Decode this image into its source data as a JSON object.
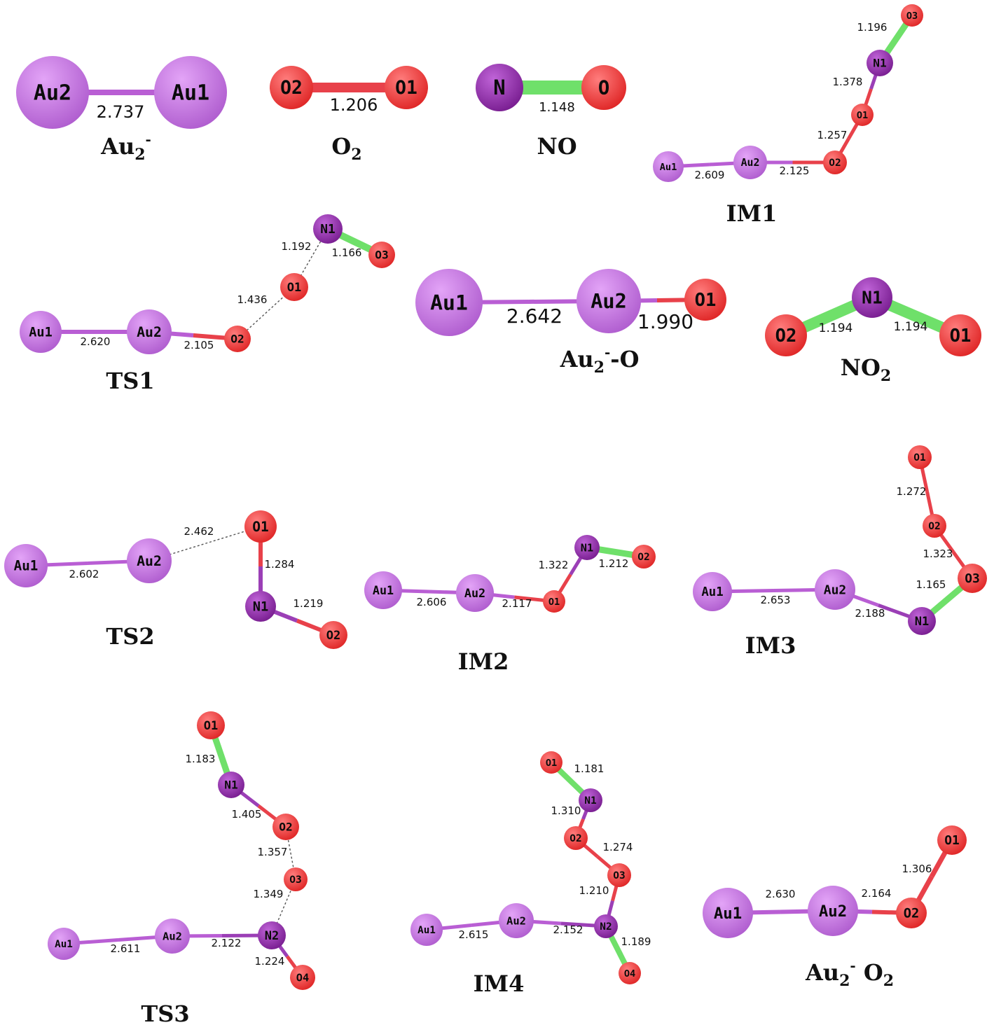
{
  "colors": {
    "au": "#b15fd0",
    "au_light": "#e3a4f7",
    "o": "#e02828",
    "o_light": "#ff7d7d",
    "n": "#7a1f92",
    "n_light": "#c064d8",
    "bond_au": "#b95ed4",
    "bond_o": "#e8414a",
    "bond_n": "#9b3fb6",
    "bond_no": "#6fe06a",
    "dashed": "#555555",
    "text": "#111111"
  },
  "molecules": [
    {
      "id": "au2-anion",
      "label": {
        "text": "Au",
        "sub": "2",
        "sup": "-",
        "tail": ""
      },
      "atoms": [
        {
          "label": "Au2",
          "element": "au"
        },
        {
          "label": "Au1",
          "element": "au"
        }
      ],
      "bonds": [
        {
          "a": 0,
          "b": 1,
          "value": "2.737",
          "style": "au"
        }
      ]
    },
    {
      "id": "o2",
      "label": {
        "text": "O",
        "sub": "2",
        "sup": "",
        "tail": ""
      },
      "atoms": [
        {
          "label": "O2",
          "element": "o"
        },
        {
          "label": "O1",
          "element": "o"
        }
      ],
      "bonds": [
        {
          "a": 0,
          "b": 1,
          "value": "1.206",
          "style": "o"
        }
      ]
    },
    {
      "id": "no",
      "label": {
        "text": "NO",
        "sub": "",
        "sup": "",
        "tail": ""
      },
      "atoms": [
        {
          "label": "N",
          "element": "n"
        },
        {
          "label": "O",
          "element": "o"
        }
      ],
      "bonds": [
        {
          "a": 0,
          "b": 1,
          "value": "1.148",
          "style": "no"
        }
      ]
    },
    {
      "id": "im1",
      "label": {
        "text": "IM1",
        "sub": "",
        "sup": "",
        "tail": ""
      },
      "atoms": [
        {
          "label": "Au1",
          "element": "au"
        },
        {
          "label": "Au2",
          "element": "au"
        },
        {
          "label": "O2",
          "element": "o"
        },
        {
          "label": "O1",
          "element": "o"
        },
        {
          "label": "N1",
          "element": "n"
        },
        {
          "label": "O3",
          "element": "o"
        }
      ],
      "bonds": [
        {
          "a": 0,
          "b": 1,
          "value": "2.609",
          "style": "au"
        },
        {
          "a": 1,
          "b": 2,
          "value": "2.125",
          "style": "au"
        },
        {
          "a": 2,
          "b": 3,
          "value": "1.257",
          "style": "o"
        },
        {
          "a": 3,
          "b": 4,
          "value": "1.378",
          "style": "n"
        },
        {
          "a": 4,
          "b": 5,
          "value": "1.196",
          "style": "no"
        }
      ]
    },
    {
      "id": "ts1",
      "label": {
        "text": "TS1",
        "sub": "",
        "sup": "",
        "tail": ""
      },
      "atoms": [
        {
          "label": "Au1",
          "element": "au"
        },
        {
          "label": "Au2",
          "element": "au"
        },
        {
          "label": "O2",
          "element": "o"
        },
        {
          "label": "O1",
          "element": "o"
        },
        {
          "label": "N1",
          "element": "n"
        },
        {
          "label": "O3",
          "element": "o"
        }
      ],
      "bonds": [
        {
          "a": 0,
          "b": 1,
          "value": "2.620",
          "style": "au"
        },
        {
          "a": 1,
          "b": 2,
          "value": "2.105",
          "style": "au"
        },
        {
          "a": 2,
          "b": 3,
          "value": "1.436",
          "style": "dashed"
        },
        {
          "a": 3,
          "b": 4,
          "value": "1.192",
          "style": "dashed"
        },
        {
          "a": 4,
          "b": 5,
          "value": "1.166",
          "style": "no"
        }
      ]
    },
    {
      "id": "au2-o",
      "label": {
        "text": "Au",
        "sub": "2",
        "sup": "-",
        "tail": "-O"
      },
      "atoms": [
        {
          "label": "Au1",
          "element": "au"
        },
        {
          "label": "Au2",
          "element": "au"
        },
        {
          "label": "O1",
          "element": "o"
        }
      ],
      "bonds": [
        {
          "a": 0,
          "b": 1,
          "value": "2.642",
          "style": "au"
        },
        {
          "a": 1,
          "b": 2,
          "value": "1.990",
          "style": "au"
        }
      ]
    },
    {
      "id": "no2",
      "label": {
        "text": "NO",
        "sub": "2",
        "sup": "",
        "tail": ""
      },
      "atoms": [
        {
          "label": "O2",
          "element": "o"
        },
        {
          "label": "N1",
          "element": "n"
        },
        {
          "label": "O1",
          "element": "o"
        }
      ],
      "bonds": [
        {
          "a": 0,
          "b": 1,
          "value": "1.194",
          "style": "no"
        },
        {
          "a": 1,
          "b": 2,
          "value": "1.194",
          "style": "no"
        }
      ]
    },
    {
      "id": "ts2",
      "label": {
        "text": "TS2",
        "sub": "",
        "sup": "",
        "tail": ""
      },
      "atoms": [
        {
          "label": "Au1",
          "element": "au"
        },
        {
          "label": "Au2",
          "element": "au"
        },
        {
          "label": "O1",
          "element": "o"
        },
        {
          "label": "N1",
          "element": "n"
        },
        {
          "label": "O2",
          "element": "o"
        }
      ],
      "bonds": [
        {
          "a": 0,
          "b": 1,
          "value": "2.602",
          "style": "au"
        },
        {
          "a": 1,
          "b": 2,
          "value": "2.462",
          "style": "dashed"
        },
        {
          "a": 2,
          "b": 3,
          "value": "1.284",
          "style": "n"
        },
        {
          "a": 3,
          "b": 4,
          "value": "1.219",
          "style": "n"
        }
      ]
    },
    {
      "id": "im2",
      "label": {
        "text": "IM2",
        "sub": "",
        "sup": "",
        "tail": ""
      },
      "atoms": [
        {
          "label": "Au1",
          "element": "au"
        },
        {
          "label": "Au2",
          "element": "au"
        },
        {
          "label": "O1",
          "element": "o"
        },
        {
          "label": "N1",
          "element": "n"
        },
        {
          "label": "O2",
          "element": "o"
        }
      ],
      "bonds": [
        {
          "a": 0,
          "b": 1,
          "value": "2.606",
          "style": "au"
        },
        {
          "a": 1,
          "b": 2,
          "value": "2.117",
          "style": "au"
        },
        {
          "a": 2,
          "b": 3,
          "value": "1.322",
          "style": "n"
        },
        {
          "a": 3,
          "b": 4,
          "value": "1.212",
          "style": "no"
        }
      ]
    },
    {
      "id": "im3",
      "label": {
        "text": "IM3",
        "sub": "",
        "sup": "",
        "tail": ""
      },
      "atoms": [
        {
          "label": "Au1",
          "element": "au"
        },
        {
          "label": "Au2",
          "element": "au"
        },
        {
          "label": "N1",
          "element": "n"
        },
        {
          "label": "O3",
          "element": "o"
        },
        {
          "label": "O2",
          "element": "o"
        },
        {
          "label": "O1",
          "element": "o"
        }
      ],
      "bonds": [
        {
          "a": 0,
          "b": 1,
          "value": "2.653",
          "style": "au"
        },
        {
          "a": 1,
          "b": 2,
          "value": "2.188",
          "style": "au"
        },
        {
          "a": 2,
          "b": 3,
          "value": "1.165",
          "style": "no"
        },
        {
          "a": 3,
          "b": 4,
          "value": "1.323",
          "style": "o"
        },
        {
          "a": 4,
          "b": 5,
          "value": "1.272",
          "style": "o"
        }
      ]
    },
    {
      "id": "ts3",
      "label": {
        "text": "TS3",
        "sub": "",
        "sup": "",
        "tail": ""
      },
      "atoms": [
        {
          "label": "Au1",
          "element": "au"
        },
        {
          "label": "Au2",
          "element": "au"
        },
        {
          "label": "N2",
          "element": "n"
        },
        {
          "label": "O4",
          "element": "o"
        },
        {
          "label": "O3",
          "element": "o"
        },
        {
          "label": "O2",
          "element": "o"
        },
        {
          "label": "N1",
          "element": "n"
        },
        {
          "label": "O1",
          "element": "o"
        }
      ],
      "bonds": [
        {
          "a": 0,
          "b": 1,
          "value": "2.611",
          "style": "au"
        },
        {
          "a": 1,
          "b": 2,
          "value": "2.122",
          "style": "au"
        },
        {
          "a": 2,
          "b": 3,
          "value": "1.224",
          "style": "n"
        },
        {
          "a": 2,
          "b": 4,
          "value": "1.349",
          "style": "dashed"
        },
        {
          "a": 4,
          "b": 5,
          "value": "1.357",
          "style": "dashed"
        },
        {
          "a": 5,
          "b": 6,
          "value": "1.405",
          "style": "n"
        },
        {
          "a": 6,
          "b": 7,
          "value": "1.183",
          "style": "no"
        }
      ]
    },
    {
      "id": "im4",
      "label": {
        "text": "IM4",
        "sub": "",
        "sup": "",
        "tail": ""
      },
      "atoms": [
        {
          "label": "Au1",
          "element": "au"
        },
        {
          "label": "Au2",
          "element": "au"
        },
        {
          "label": "N2",
          "element": "n"
        },
        {
          "label": "O4",
          "element": "o"
        },
        {
          "label": "O3",
          "element": "o"
        },
        {
          "label": "O2",
          "element": "o"
        },
        {
          "label": "N1",
          "element": "n"
        },
        {
          "label": "O1",
          "element": "o"
        }
      ],
      "bonds": [
        {
          "a": 0,
          "b": 1,
          "value": "2.615",
          "style": "au"
        },
        {
          "a": 1,
          "b": 2,
          "value": "2.152",
          "style": "au"
        },
        {
          "a": 2,
          "b": 3,
          "value": "1.189",
          "style": "no"
        },
        {
          "a": 2,
          "b": 4,
          "value": "1.210",
          "style": "n"
        },
        {
          "a": 4,
          "b": 5,
          "value": "1.274",
          "style": "o"
        },
        {
          "a": 5,
          "b": 6,
          "value": "1.310",
          "style": "n"
        },
        {
          "a": 6,
          "b": 7,
          "value": "1.181",
          "style": "no"
        }
      ]
    },
    {
      "id": "au2-o2",
      "label": {
        "text": "Au",
        "sub": "2",
        "sup": "-",
        "tail": " O",
        "tail_sub": "2"
      },
      "atoms": [
        {
          "label": "Au1",
          "element": "au"
        },
        {
          "label": "Au2",
          "element": "au"
        },
        {
          "label": "O2",
          "element": "o"
        },
        {
          "label": "O1",
          "element": "o"
        }
      ],
      "bonds": [
        {
          "a": 0,
          "b": 1,
          "value": "2.630",
          "style": "au"
        },
        {
          "a": 1,
          "b": 2,
          "value": "2.164",
          "style": "au"
        },
        {
          "a": 2,
          "b": 3,
          "value": "1.306",
          "style": "o"
        }
      ]
    }
  ]
}
